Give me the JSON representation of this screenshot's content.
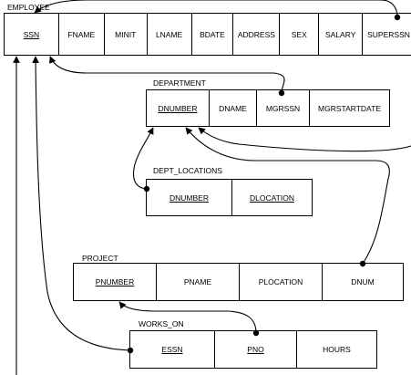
{
  "relations": {
    "employee": {
      "name": "EMPLOYEE",
      "attributes": [
        {
          "label": "SSN",
          "key": true
        },
        {
          "label": "FNAME",
          "key": false
        },
        {
          "label": "MINIT",
          "key": false
        },
        {
          "label": "LNAME",
          "key": false
        },
        {
          "label": "BDATE",
          "key": false
        },
        {
          "label": "ADDRESS",
          "key": false
        },
        {
          "label": "SEX",
          "key": false
        },
        {
          "label": "SALARY",
          "key": false
        },
        {
          "label": "SUPERSSN",
          "key": false
        }
      ]
    },
    "department": {
      "name": "DEPARTMENT",
      "attributes": [
        {
          "label": "DNUMBER",
          "key": true
        },
        {
          "label": "DNAME",
          "key": false
        },
        {
          "label": "MGRSSN",
          "key": false
        },
        {
          "label": "MGRSTARTDATE",
          "key": false
        }
      ]
    },
    "dept_locations": {
      "name": "DEPT_LOCATIONS",
      "attributes": [
        {
          "label": "DNUMBER",
          "key": true
        },
        {
          "label": "DLOCATION",
          "key": true
        }
      ]
    },
    "project": {
      "name": "PROJECT",
      "attributes": [
        {
          "label": "PNUMBER",
          "key": true
        },
        {
          "label": "PNAME",
          "key": false
        },
        {
          "label": "PLOCATION",
          "key": false
        },
        {
          "label": "DNUM",
          "key": false
        }
      ]
    },
    "works_on": {
      "name": "WORKS_ON",
      "attributes": [
        {
          "label": "ESSN",
          "key": true
        },
        {
          "label": "PNO",
          "key": true
        },
        {
          "label": "HOURS",
          "key": false
        }
      ]
    }
  }
}
